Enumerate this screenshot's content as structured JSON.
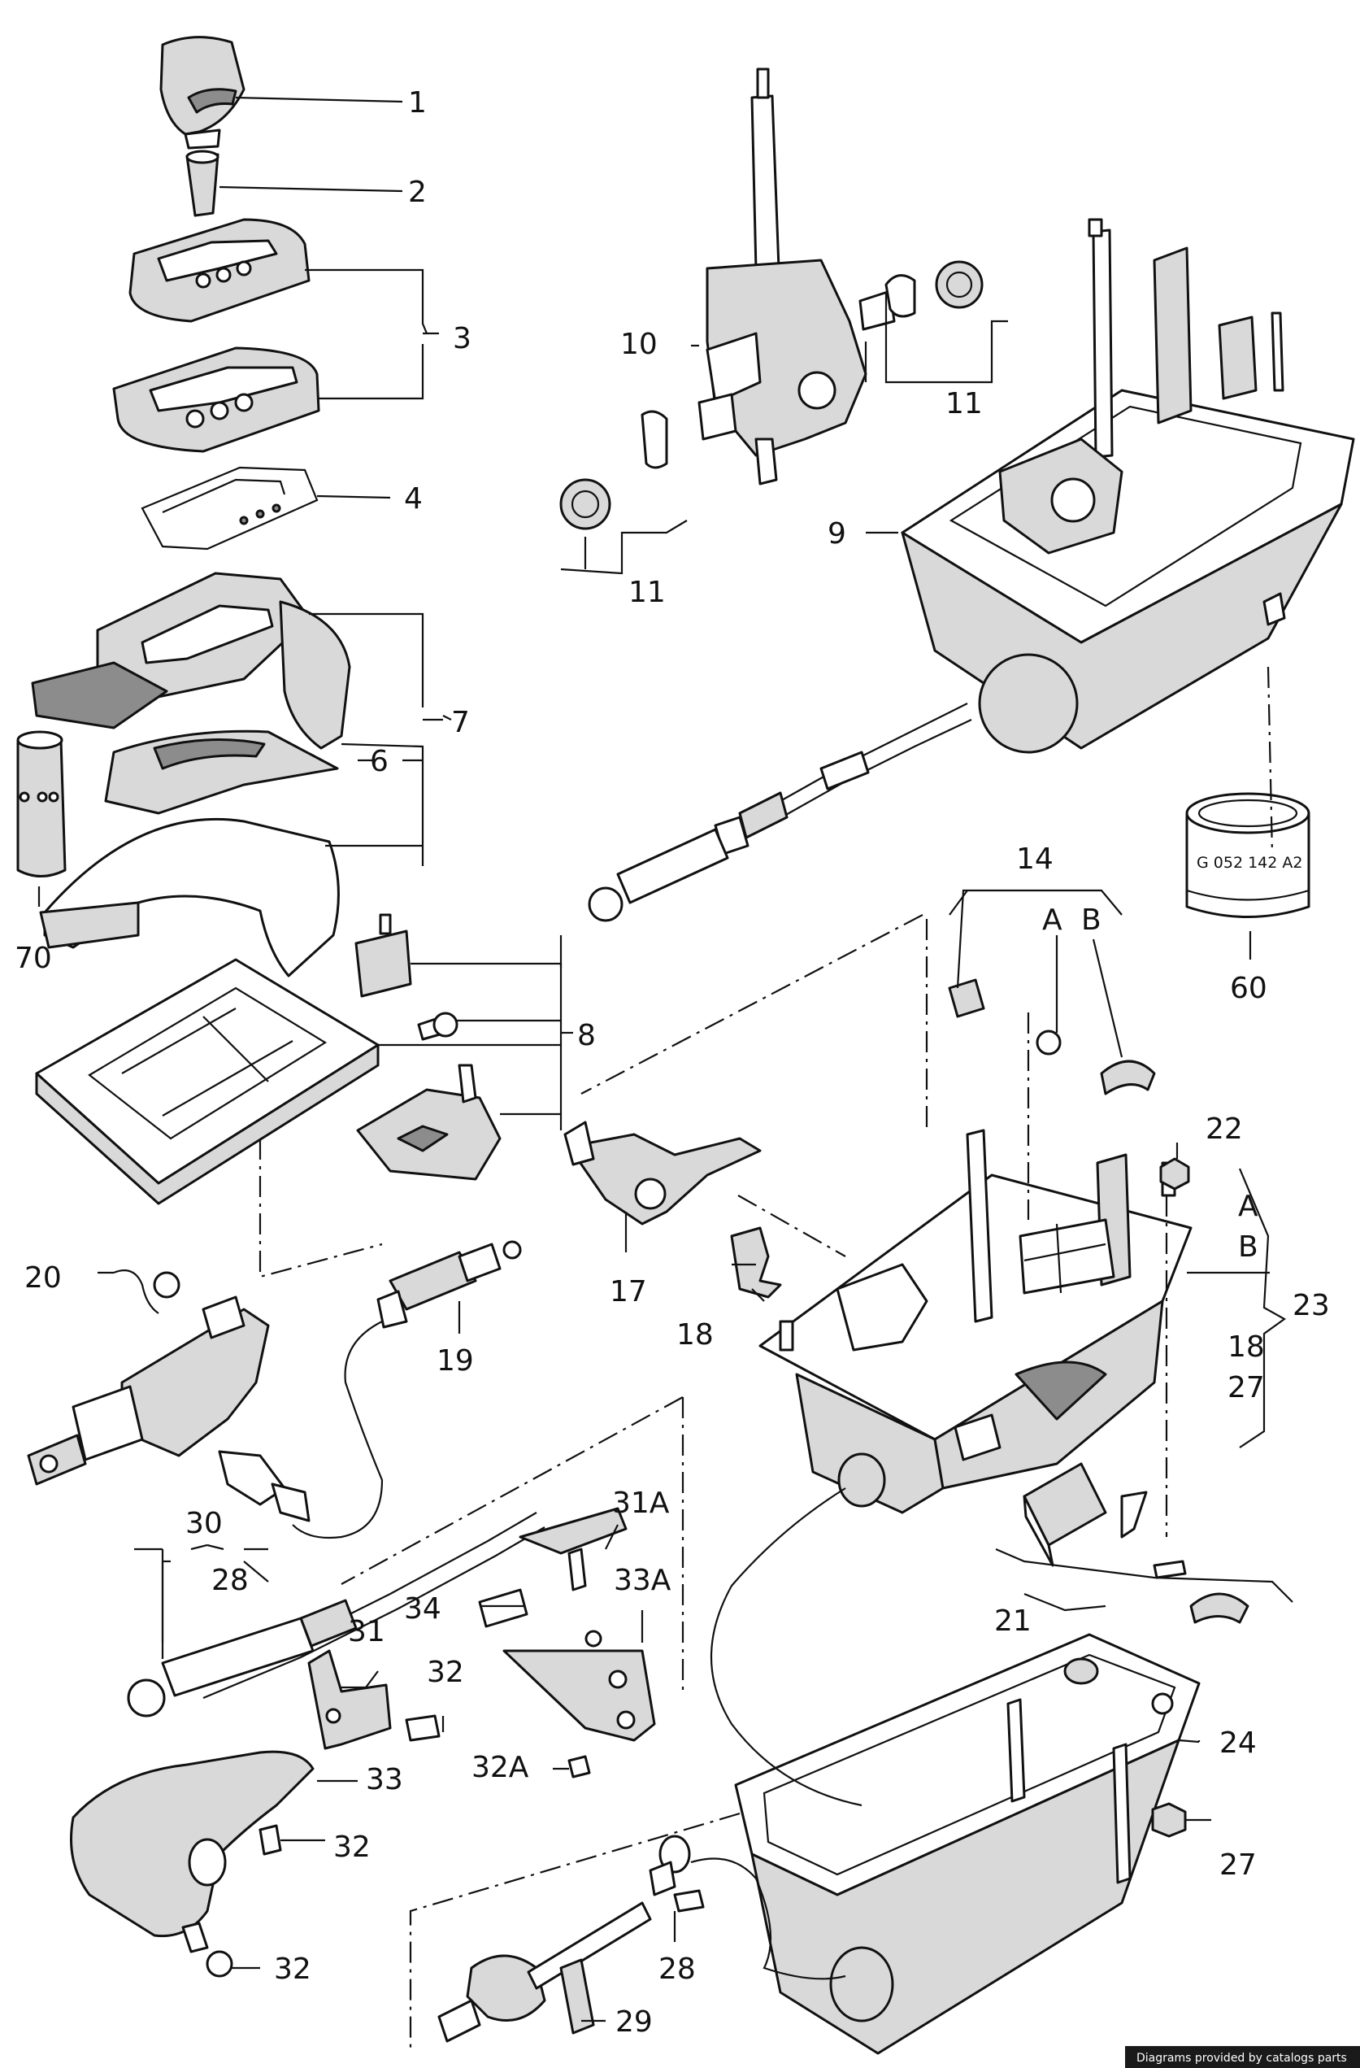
{
  "labels": [
    {
      "id": "1",
      "text": "1"
    },
    {
      "id": "2",
      "text": "2"
    },
    {
      "id": "3",
      "text": "3"
    },
    {
      "id": "4",
      "text": "4"
    },
    {
      "id": "6",
      "text": "6"
    },
    {
      "id": "7",
      "text": "7"
    },
    {
      "id": "70",
      "text": "70"
    },
    {
      "id": "8",
      "text": "8"
    },
    {
      "id": "9",
      "text": "9"
    },
    {
      "id": "10",
      "text": "10"
    },
    {
      "id": "11a",
      "text": "11"
    },
    {
      "id": "11b",
      "text": "11"
    },
    {
      "id": "14",
      "text": "14"
    },
    {
      "id": "14A",
      "text": "A"
    },
    {
      "id": "14B",
      "text": "B"
    },
    {
      "id": "60",
      "text": "60"
    },
    {
      "id": "17",
      "text": "17"
    },
    {
      "id": "18",
      "text": "18"
    },
    {
      "id": "19",
      "text": "19"
    },
    {
      "id": "20",
      "text": "20"
    },
    {
      "id": "21",
      "text": "21"
    },
    {
      "id": "22",
      "text": "22"
    },
    {
      "id": "23",
      "text": "23"
    },
    {
      "id": "23A",
      "text": "A"
    },
    {
      "id": "23B",
      "text": "B"
    },
    {
      "id": "23-18",
      "text": "18"
    },
    {
      "id": "23-27",
      "text": "27"
    },
    {
      "id": "24",
      "text": "24"
    },
    {
      "id": "27",
      "text": "27"
    },
    {
      "id": "28a",
      "text": "28"
    },
    {
      "id": "28b",
      "text": "28"
    },
    {
      "id": "29",
      "text": "29"
    },
    {
      "id": "30",
      "text": "30"
    },
    {
      "id": "31",
      "text": "31"
    },
    {
      "id": "31A",
      "text": "31A"
    },
    {
      "id": "32a",
      "text": "32"
    },
    {
      "id": "32b",
      "text": "32"
    },
    {
      "id": "32c",
      "text": "32"
    },
    {
      "id": "32A",
      "text": "32A"
    },
    {
      "id": "33",
      "text": "33"
    },
    {
      "id": "33A",
      "text": "33A"
    },
    {
      "id": "34",
      "text": "34"
    }
  ],
  "can_text": "G 052 142 A2",
  "credit": "Diagrams provided by catalogs parts"
}
